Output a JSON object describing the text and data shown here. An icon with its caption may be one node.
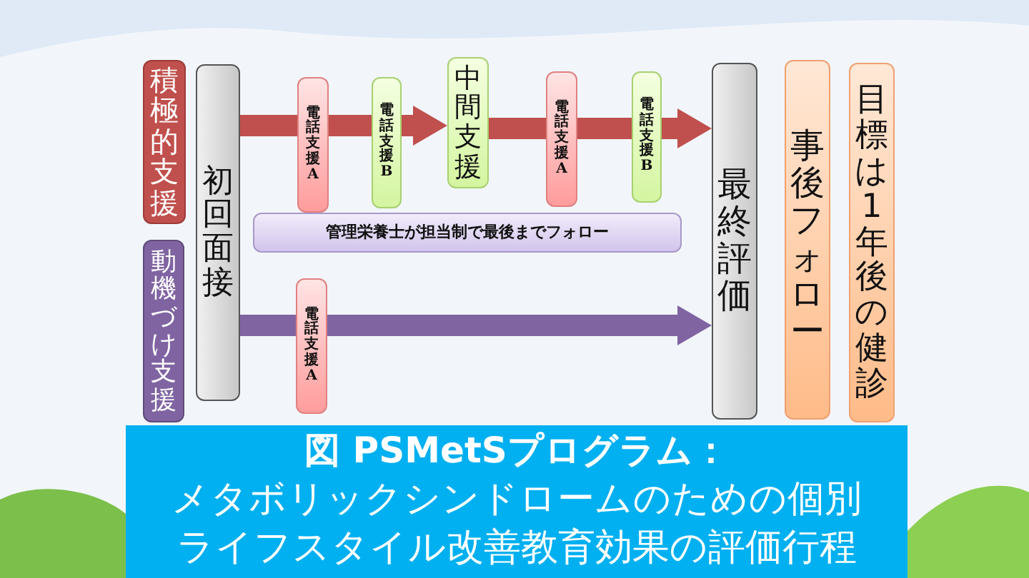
{
  "diagram": {
    "title": "図 PSMetSプログラム：",
    "caption": "メタボリックシンドロームのための個別ライフスタイル改善教育効果の評価行程",
    "nodes": [
      {
        "text": [
          "積極的支援"
        ]
      },
      {
        "text": [
          "動機づけ支援"
        ]
      },
      {
        "text": [
          "初回面接"
        ]
      },
      {
        "text": [
          "電話支援A"
        ]
      },
      {
        "text": [
          "電話支援B"
        ]
      },
      {
        "text": [
          "中間支援"
        ]
      },
      {
        "text": [
          "電話支援A"
        ]
      },
      {
        "text": [
          "電話支援B"
        ]
      },
      {
        "text": [
          "管理栄養士が担当制で最後までフォロー"
        ]
      },
      {
        "text": [
          "電話支援A"
        ]
      },
      {
        "text": [
          "最終評価"
        ]
      },
      {
        "text": [
          "事後フォロー"
        ]
      },
      {
        "text": [
          "目標は1年後の健診"
        ]
      }
    ],
    "edges": [
      {
        "from": 2,
        "to": 3,
        "arrow": "none"
      },
      {
        "from": 3,
        "to": 4,
        "arrow": "none"
      },
      {
        "from": 4,
        "to": 5,
        "arrow": "to"
      },
      {
        "from": 5,
        "to": 6,
        "arrow": "none"
      },
      {
        "from": 6,
        "to": 7,
        "arrow": "none"
      },
      {
        "from": 7,
        "to": 10,
        "arrow": "to"
      },
      {
        "from": 2,
        "to": 9,
        "arrow": "none",
        "color": "#8064a2"
      },
      {
        "from": 9,
        "to": 10,
        "arrow": "to",
        "color": "#8064a2"
      }
    ]
  }
}
